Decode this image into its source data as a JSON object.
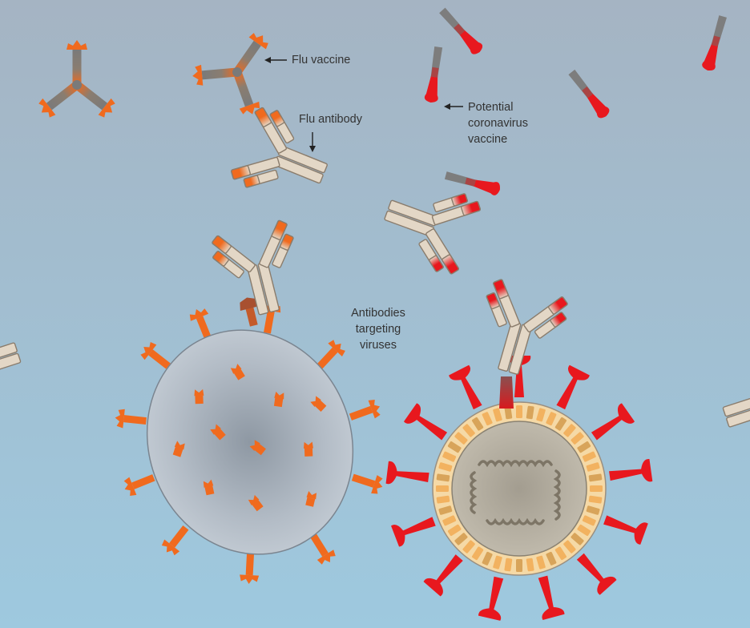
{
  "labels": {
    "flu_vaccine": "Flu vaccine",
    "flu_antibody": "Flu antibody",
    "coronavirus_vaccine": [
      "Potential",
      "coronavirus",
      "vaccine"
    ],
    "antibodies_targeting": [
      "Antibodies",
      "targeting",
      "viruses"
    ]
  },
  "colors": {
    "flu_orange": "#f06a1e",
    "corona_red": "#e8181e",
    "antibody_tan": "#e3d7c6",
    "outline": "#8a7c6c",
    "stem_gray": "#7d7d7d",
    "flu_virus_body": "#b5bec8",
    "corona_rim": "#f5d9a6",
    "corona_core": "#aea799"
  }
}
